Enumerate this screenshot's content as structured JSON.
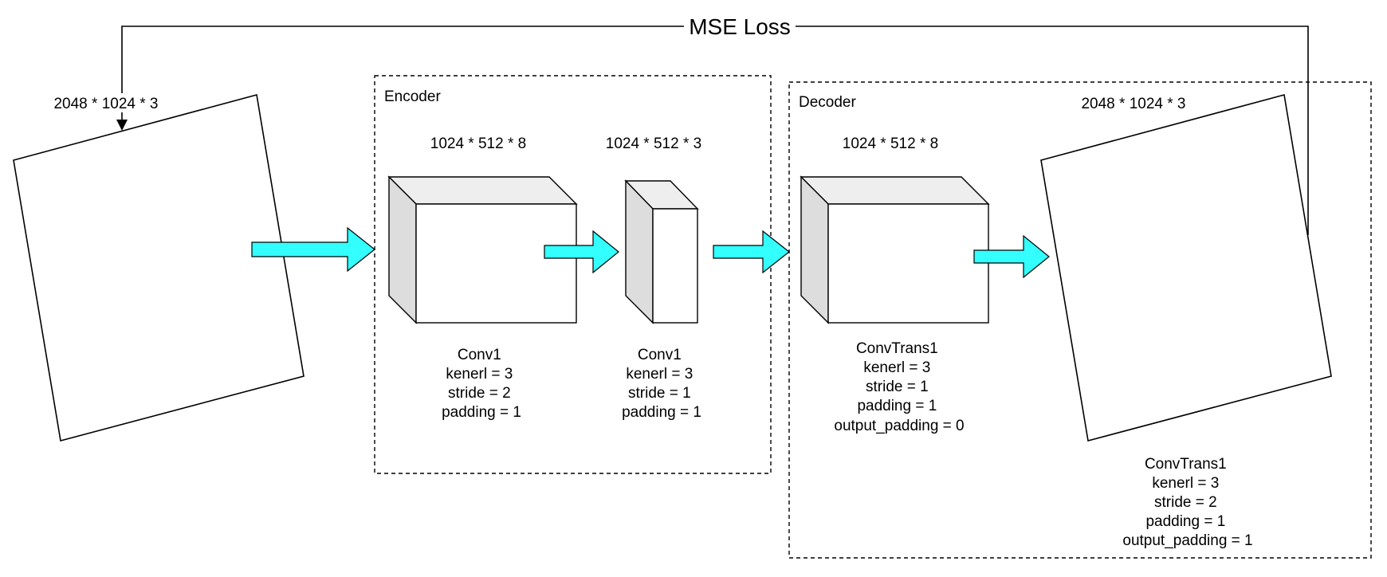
{
  "loss": {
    "label": "MSE Loss"
  },
  "input_image": {
    "dims": "2048 * 1024 * 3"
  },
  "output_image": {
    "dims": "2048 * 1024 * 3"
  },
  "encoder": {
    "label": "Encoder",
    "block1": {
      "dims": "1024 * 512 * 8",
      "params": [
        "Conv1",
        "kenerl = 3",
        "stride = 2",
        "padding = 1"
      ]
    },
    "block2": {
      "dims": "1024 * 512 * 3",
      "params": [
        "Conv1",
        "kenerl = 3",
        "stride = 1",
        "padding = 1"
      ]
    }
  },
  "decoder": {
    "label": "Decoder",
    "block1": {
      "dims": "1024 * 512 * 8",
      "params": [
        "ConvTrans1",
        "kenerl = 3",
        "stride = 1",
        "padding = 1",
        "output_padding = 0"
      ]
    },
    "block2": {
      "params": [
        "ConvTrans1",
        "kenerl = 3",
        "stride = 2",
        "padding = 1",
        "output_padding = 1"
      ]
    }
  },
  "colors": {
    "arrow_fill": "#33ffff",
    "cube_side": "#dddddd",
    "cube_top": "#eeeeee",
    "stroke": "#000000"
  }
}
